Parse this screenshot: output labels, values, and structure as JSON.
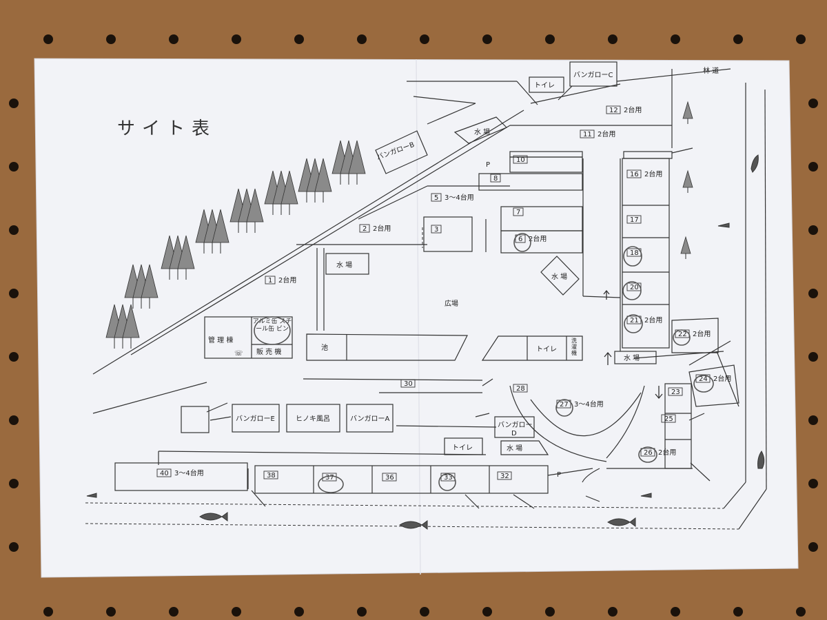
{
  "title": "サイト表",
  "road_label": "林 道",
  "labels": {
    "bungalow_a": "バンガローA",
    "bungalow_b": "バンガローB",
    "bungalow_c": "バンガローC",
    "bungalow_d": "バンガロー",
    "bungalow_d_letter": "D",
    "bungalow_e": "バンガローE",
    "toilet": "トイレ",
    "water": "水 場",
    "parking": "P",
    "plaza": "広場",
    "pond": "池",
    "bath": "ヒノキ風呂",
    "office": "管 理 棟",
    "vending": "販 売 機",
    "cans": "アルミ缶 スチール缶 ビン",
    "washer": "洗濯機",
    "phone": "☏"
  },
  "sites": [
    {
      "no": "1",
      "cap": "2台用"
    },
    {
      "no": "2",
      "cap": "2台用"
    },
    {
      "no": "3",
      "cap": ""
    },
    {
      "no": "5",
      "cap": "3～4台用"
    },
    {
      "no": "6",
      "cap": "2台用"
    },
    {
      "no": "7",
      "cap": ""
    },
    {
      "no": "8",
      "cap": ""
    },
    {
      "no": "10",
      "cap": ""
    },
    {
      "no": "11",
      "cap": "2台用"
    },
    {
      "no": "12",
      "cap": "2台用"
    },
    {
      "no": "16",
      "cap": "2台用"
    },
    {
      "no": "17",
      "cap": ""
    },
    {
      "no": "18",
      "cap": ""
    },
    {
      "no": "20",
      "cap": ""
    },
    {
      "no": "21",
      "cap": "2台用"
    },
    {
      "no": "22",
      "cap": "2台用"
    },
    {
      "no": "23",
      "cap": ""
    },
    {
      "no": "24",
      "cap": "2台用"
    },
    {
      "no": "25",
      "cap": ""
    },
    {
      "no": "26",
      "cap": "2台用"
    },
    {
      "no": "27",
      "cap": "3～4台用"
    },
    {
      "no": "28",
      "cap": ""
    },
    {
      "no": "30",
      "cap": ""
    },
    {
      "no": "32",
      "cap": ""
    },
    {
      "no": "33",
      "cap": ""
    },
    {
      "no": "36",
      "cap": ""
    },
    {
      "no": "37",
      "cap": ""
    },
    {
      "no": "38",
      "cap": ""
    },
    {
      "no": "40",
      "cap": "3～4台用"
    }
  ],
  "colors": {
    "board": "#9a6a3e",
    "paper": "#f2f3f7",
    "ink": "#333333",
    "pegboard_hole": "#1a120b"
  }
}
